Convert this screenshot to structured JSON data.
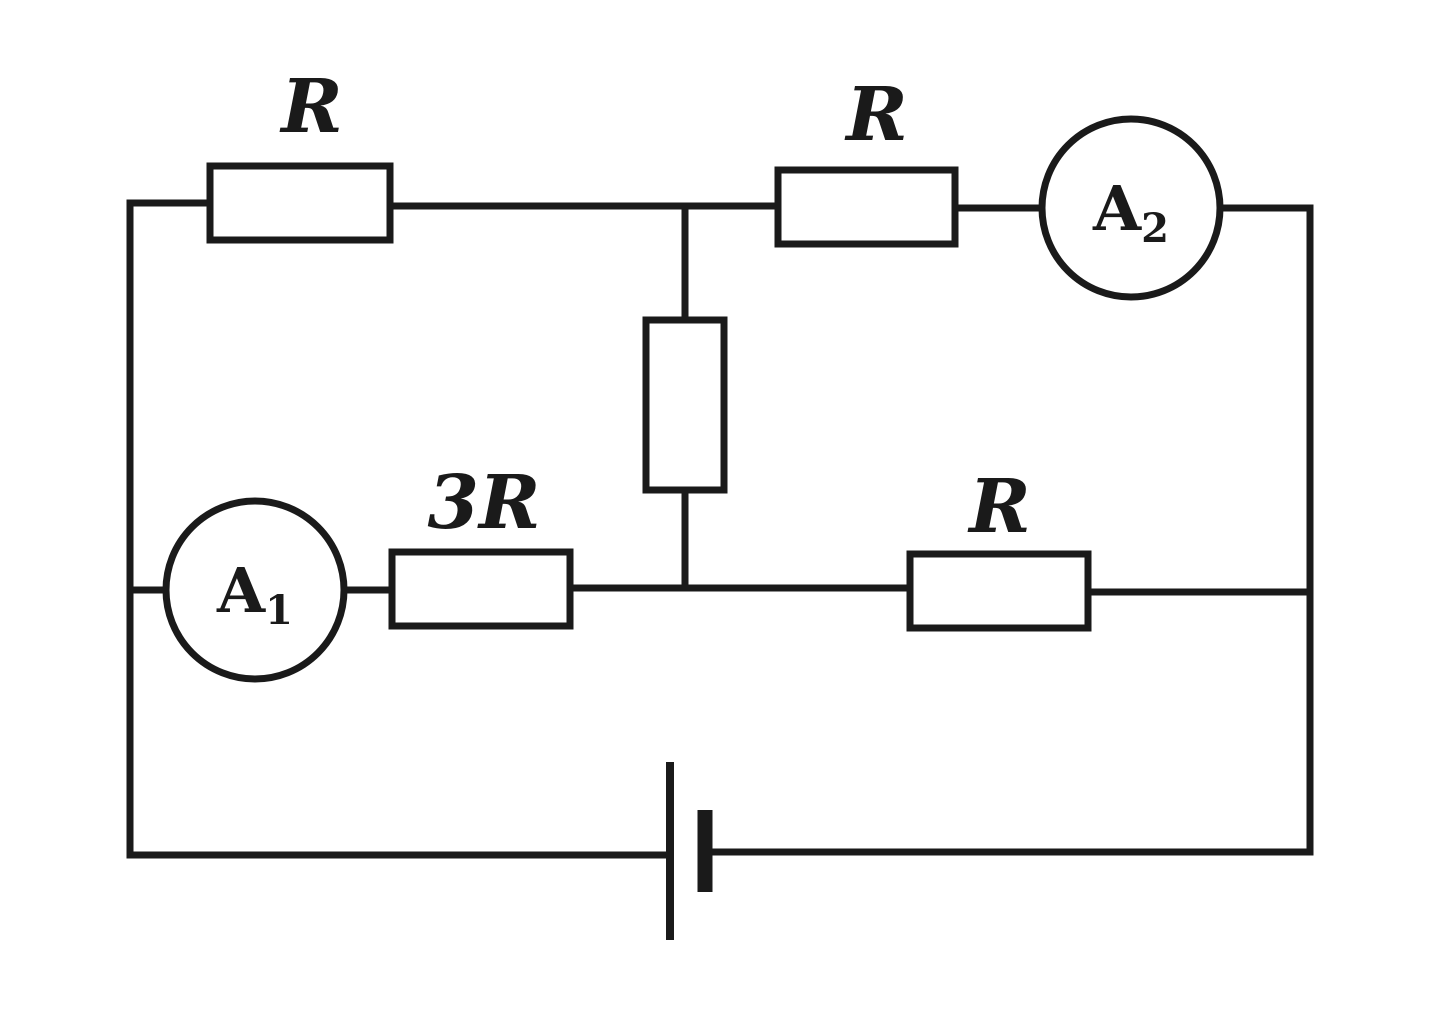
{
  "resistors": {
    "top_left": "R",
    "top_right": "R",
    "bottom_left": "3R",
    "bottom_right": "R"
  },
  "ammeters": {
    "a1": {
      "letter": "A",
      "index": "1"
    },
    "a2": {
      "letter": "A",
      "index": "2"
    }
  }
}
